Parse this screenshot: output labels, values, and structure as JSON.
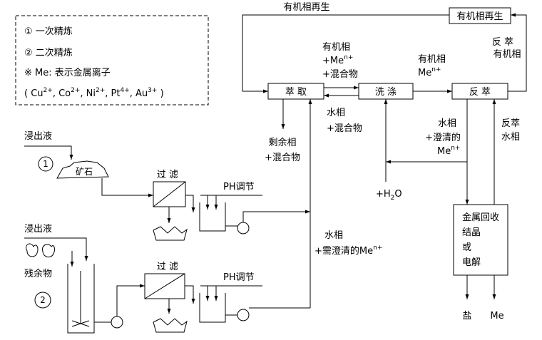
{
  "legend": {
    "line1": "① 一次精炼",
    "line2": "② 二次精炼",
    "line3": "※ Me: 表示金属离子",
    "line4a": "( Cu",
    "line4a_sup": "2+",
    "line4b": ", Co",
    "line4b_sup": "2+",
    "line4c": ", Ni",
    "line4c_sup": "2+",
    "line4d": ", Pt",
    "line4d_sup": "4+",
    "line4e": ", Au",
    "line4e_sup": "3+",
    "line4f": " )"
  },
  "boxes": {
    "extract": "萃  取",
    "wash": "洗  涤",
    "strip": "反  萃",
    "regen": "有机相再生",
    "recovery_l1": "金属回收",
    "recovery_l2": "结晶",
    "recovery_l3": "或",
    "recovery_l4": "电解"
  },
  "labels": {
    "top_regen": "有机相再生",
    "org_me_1": "有机相",
    "org_me_2": "+Me",
    "org_me_2_sup": "n+",
    "org_me_3": "+混合物",
    "org_me_r1": "有机相",
    "org_me_r2": "Me",
    "org_me_r2_sup": "n+",
    "strip_org_1": "反  萃",
    "strip_org_2": "有机相",
    "aq_mix_1": "水相",
    "aq_mix_2": "+混合物",
    "raffinate_1": "剩余相",
    "raffinate_2": "+混合物",
    "aq_clear_1": "水相",
    "aq_clear_2": "+澄清的",
    "aq_clear_3": "Me",
    "aq_clear_3_sup": "n+",
    "strip_aq_1": "反萃",
    "strip_aq_2": "水相",
    "water": "+H",
    "water_sub": "2",
    "water_end": "O",
    "aq_need_1": "水相",
    "aq_need_2": "+需澄清的Me",
    "aq_need_2_sup": "n+",
    "leach_1": "浸出液",
    "ore": "矿石",
    "num1": "1",
    "filter_1": "过 滤",
    "ph_1": "PH调节",
    "leach_2": "浸出液",
    "residue": "残余物",
    "num2": "2",
    "filter_2": "过 滤",
    "ph_2": "PH调节",
    "salt": "盐",
    "me": "Me"
  }
}
